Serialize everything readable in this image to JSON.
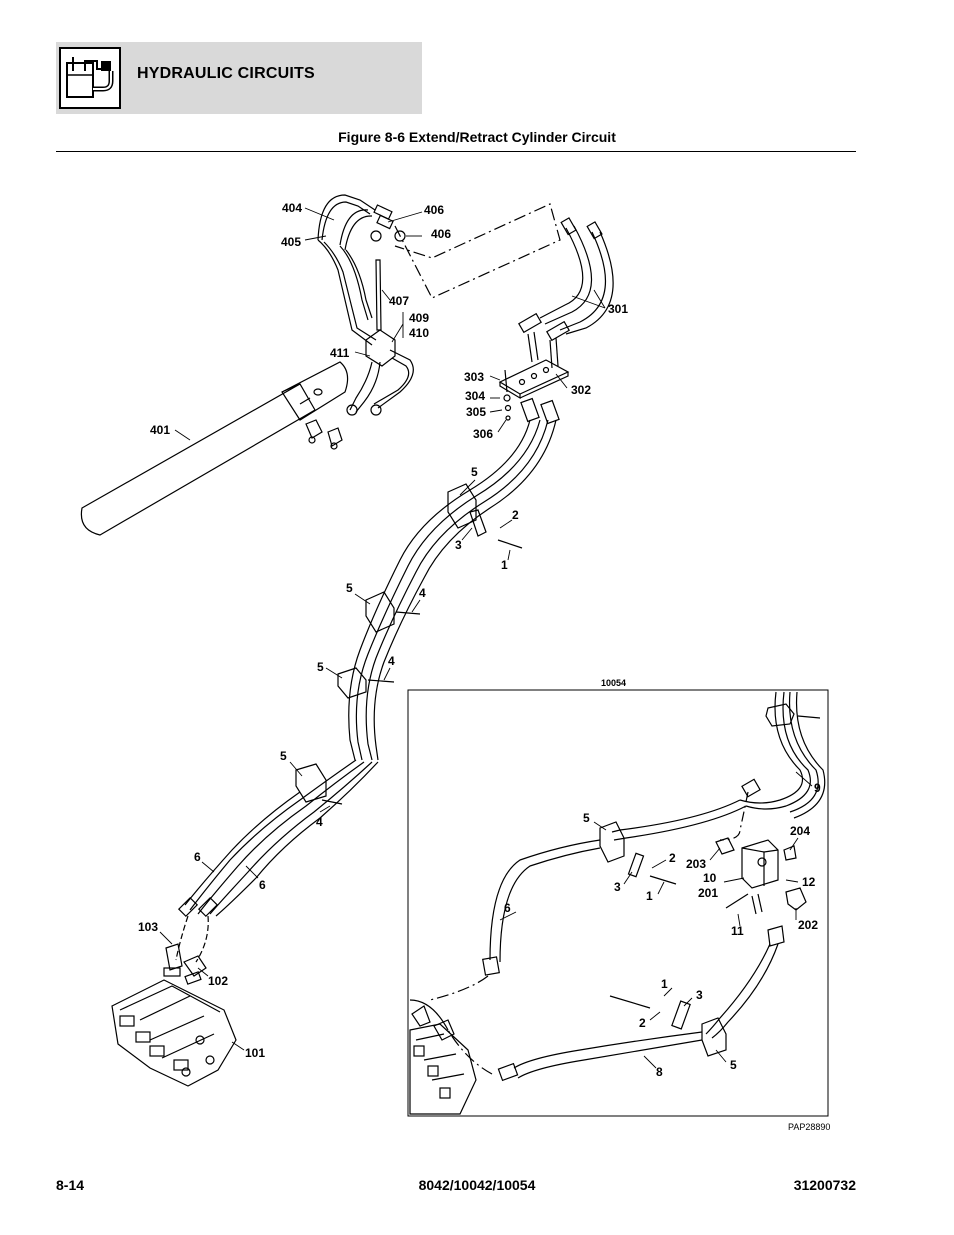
{
  "header": {
    "section_title": "HYDRAULIC CIRCUITS",
    "icon": "hydraulic-reservoir-icon"
  },
  "figure": {
    "title": "Figure 8-6 Extend/Retract Cylinder Circuit"
  },
  "callouts": {
    "c404": "404",
    "c405": "405",
    "c406a": "406",
    "c406b": "406",
    "c407": "407",
    "c409": "409",
    "c410": "410",
    "c411": "411",
    "c401": "401",
    "c301": "301",
    "c302": "302",
    "c303": "303",
    "c304": "304",
    "c305": "305",
    "c306": "306",
    "c5a": "5",
    "c2a": "2",
    "c3a": "3",
    "c1a": "1",
    "c5b": "5",
    "c4a": "4",
    "c5c": "5",
    "c4b": "4",
    "c5d": "5",
    "c4c": "4",
    "c6a": "6",
    "c6b": "6",
    "c103": "103",
    "c102": "102",
    "c101": "101"
  },
  "inset": {
    "model_label": "10054",
    "callouts": {
      "i9": "9",
      "i5a": "5",
      "i204": "204",
      "i203": "203",
      "i2a": "2",
      "i3a": "3",
      "i1a": "1",
      "i10": "10",
      "i201": "201",
      "i12": "12",
      "i11": "11",
      "i202": "202",
      "i6": "6",
      "i1b": "1",
      "i3b": "3",
      "i2b": "2",
      "i8": "8",
      "i5b": "5"
    }
  },
  "image_id": "PAP28890",
  "footer": {
    "page": "8-14",
    "models": "8042/10042/10054",
    "doc_number": "31200732"
  }
}
